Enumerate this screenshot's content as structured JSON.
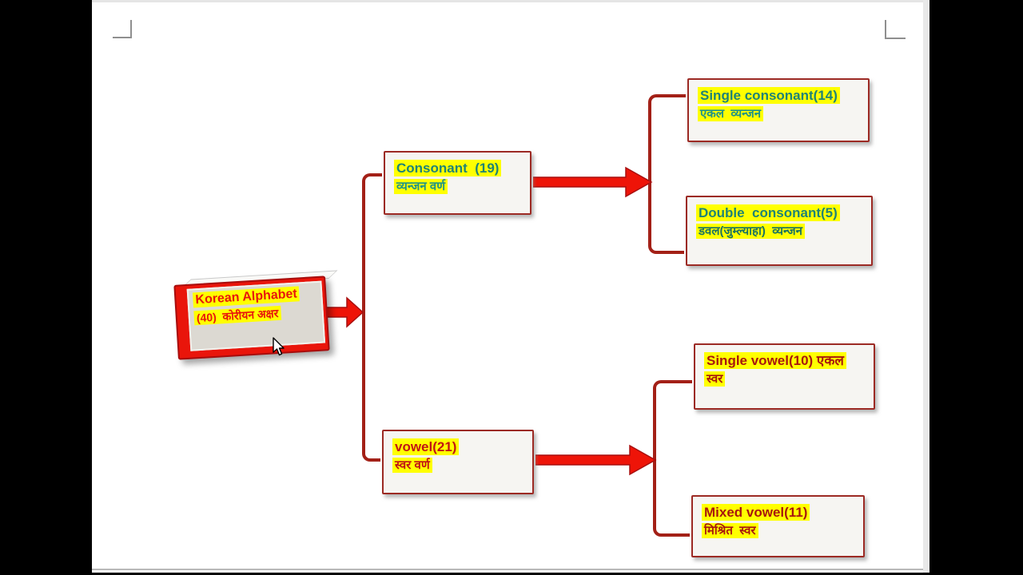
{
  "nodes": {
    "root": {
      "line1": "Korean Alphabet",
      "line2": "(40)  कोरीयन अक्षर"
    },
    "consonant": {
      "line1": "Consonant  (19)",
      "line2": "व्यन्जन वर्ण"
    },
    "vowel": {
      "line1": "vowel(21)",
      "line2": "स्वर वर्ण"
    },
    "single_consonant": {
      "line1": "Single consonant(14)",
      "line2": "एकल  व्यन्जन"
    },
    "double_consonant": {
      "line1": "Double  consonant(5)",
      "line2": "डवल(जुम्ल्याहा)  व्यन्जन"
    },
    "single_vowel": {
      "line1": "Single vowel(10) एकल",
      "line2": "स्वर"
    },
    "mixed_vowel": {
      "line1": "Mixed vowel(11)",
      "line2": "मिश्रित  स्वर"
    }
  },
  "colors": {
    "highlight": "#ffff00",
    "box_border": "#9c2a24",
    "box_fill": "#f6f5f2",
    "connector": "#a32017",
    "arrow_fill": "#ee1408",
    "arrow_outline": "#a80f0f",
    "teal_text": "#1e8376",
    "red_text": "#c11414",
    "dark_red_text": "#a8170e",
    "root_text": "#e8150c"
  }
}
